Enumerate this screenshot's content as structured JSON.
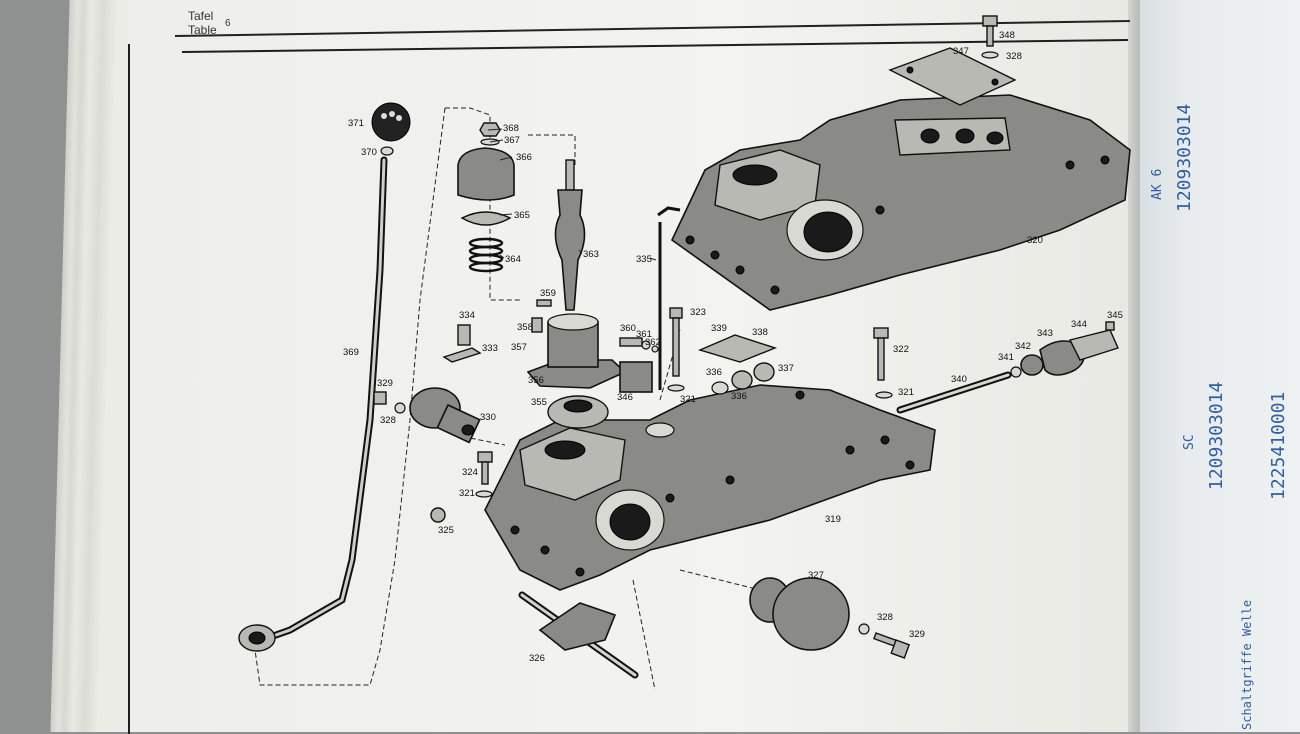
{
  "header": {
    "tafel_label": "Tafel",
    "table_label": "Table",
    "table_number": "6"
  },
  "part_numbers": {
    "p319": "319",
    "p320": "320",
    "p321a": "321",
    "p321b": "321",
    "p321c": "321",
    "p322": "322",
    "p323": "323",
    "p324": "324",
    "p325": "325",
    "p326": "326",
    "p327": "327",
    "p328a": "328",
    "p328b": "328",
    "p328c": "328",
    "p329a": "329",
    "p329b": "329",
    "p330": "330",
    "p333": "333",
    "p334": "334",
    "p335": "335",
    "p336a": "336",
    "p336b": "336",
    "p337": "337",
    "p338": "338",
    "p339": "339",
    "p340": "340",
    "p341": "341",
    "p342": "342",
    "p343": "343",
    "p344": "344",
    "p345": "345",
    "p346": "346",
    "p347": "347",
    "p348": "348",
    "p355": "355",
    "p356": "356",
    "p357": "357",
    "p358": "358",
    "p359": "359",
    "p360": "360",
    "p361": "361",
    "p362": "362",
    "p363": "363",
    "p364": "364",
    "p365": "365",
    "p366": "366",
    "p367": "367",
    "p368": "368",
    "p369": "369",
    "p370": "370",
    "p371": "371"
  },
  "handwriting": {
    "note_ak": "AK 6",
    "note_ak_number": "1209303014",
    "note_sc": "SC",
    "note_sc_number": "1209303014",
    "note_number_2": "1225410001",
    "note_bottom": "Schaltgriffe Welle"
  }
}
